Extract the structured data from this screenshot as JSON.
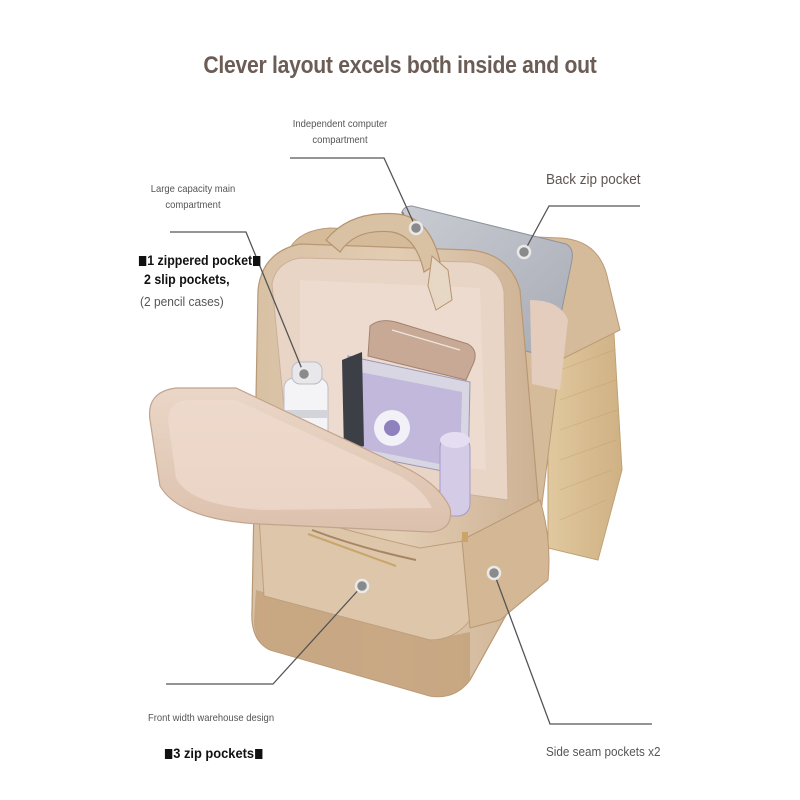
{
  "headline": "Clever layout excels both inside and out",
  "callouts": {
    "computer": {
      "line1": "Independent computer",
      "line2": "compartment"
    },
    "back_zip": "Back zip pocket",
    "main": {
      "line1": "Large capacity main",
      "line2": "compartment"
    },
    "main_detail": {
      "line1_prefix": "",
      "line1_text": "1 zippered pocket",
      "line2": "2 slip pockets,",
      "line3": "(2 pencil cases)"
    },
    "front": "Front width warehouse design",
    "front_detail": "3 zip pockets",
    "side": "Side seam pockets x2"
  },
  "colors": {
    "bag": "#d9c2a6",
    "bag_dark": "#c6a985",
    "lining": "#e7d2c3",
    "laptop": "#b9bcc4",
    "leader": "#555555",
    "headline": "#6b5c55"
  }
}
